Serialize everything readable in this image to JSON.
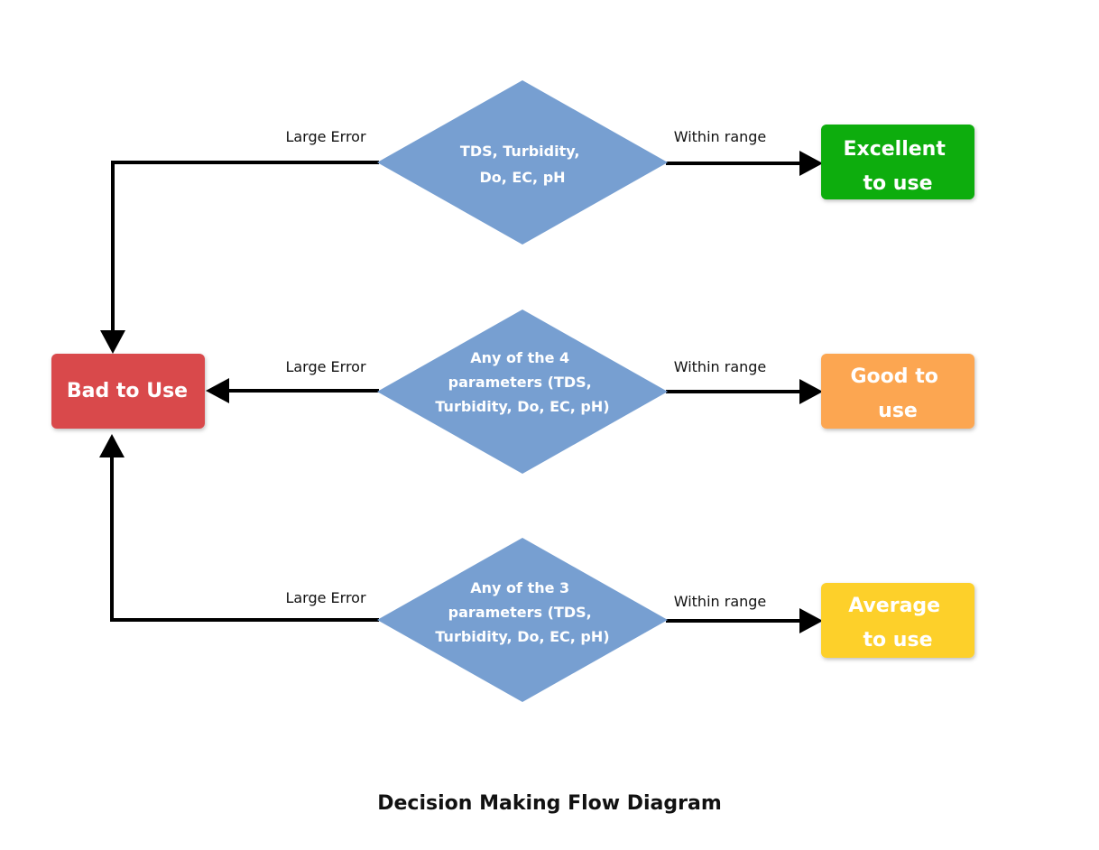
{
  "title": "Decision Making Flow Diagram",
  "colors": {
    "diamond": "#779fd1",
    "bad": "#d9494b",
    "excellent": "#07ad07",
    "good": "#fca651",
    "average": "#fdd02a",
    "arrow": "#000000"
  },
  "decisions": [
    {
      "lines": [
        "TDS, Turbidity,",
        "Do, EC, pH"
      ]
    },
    {
      "lines": [
        "Any of the 4",
        "parameters (TDS,",
        "Turbidity, Do, EC, pH)"
      ]
    },
    {
      "lines": [
        "Any of the 3",
        "parameters (TDS,",
        "Turbidity, Do, EC, pH)"
      ]
    }
  ],
  "labels": {
    "large_error": "Large Error",
    "within_range": "Within range"
  },
  "outcomes": {
    "bad": {
      "lines": [
        "Bad to Use"
      ]
    },
    "excellent": {
      "lines": [
        "Excellent",
        "to use"
      ]
    },
    "good": {
      "lines": [
        "Good to",
        "use"
      ]
    },
    "average": {
      "lines": [
        "Average",
        "to use"
      ]
    }
  }
}
